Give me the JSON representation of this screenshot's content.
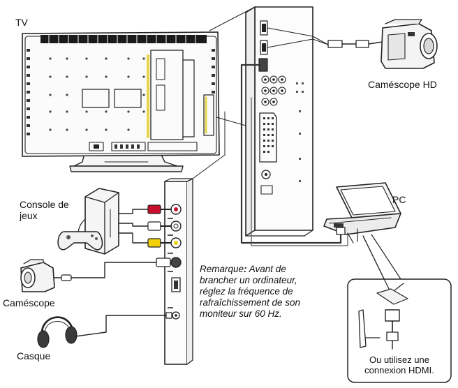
{
  "labels": {
    "tv": "TV",
    "camcorder_hd": "Caméscope HD",
    "pc": "PC",
    "game_console_line1": "Console de",
    "game_console_line2": "jeux",
    "camcorder": "Caméscope",
    "headphones": "Casque"
  },
  "note": {
    "prefix": "Remarque",
    "colon": ":",
    "line1_rest": " Avant de",
    "line2": "brancher un ordinateur,",
    "line3": "réglez la fréquence de",
    "line4": "rafraîchissement de son",
    "line5": "moniteur sur 60 Hz."
  },
  "hdmi_option": {
    "line1": "Ou utilisez une",
    "line2": "connexion HDMI."
  },
  "rca_colors": {
    "red": "#c8102e",
    "white": "#ffffff",
    "yellow": "#f2d10a"
  },
  "icons": [
    "tv-back-panel",
    "side-io-panel",
    "rear-io-panel",
    "hd-camcorder-icon",
    "laptop-icon",
    "game-console-icon",
    "gamepad-icon",
    "camcorder-icon",
    "headphones-icon",
    "hdmi-cable-icon"
  ]
}
